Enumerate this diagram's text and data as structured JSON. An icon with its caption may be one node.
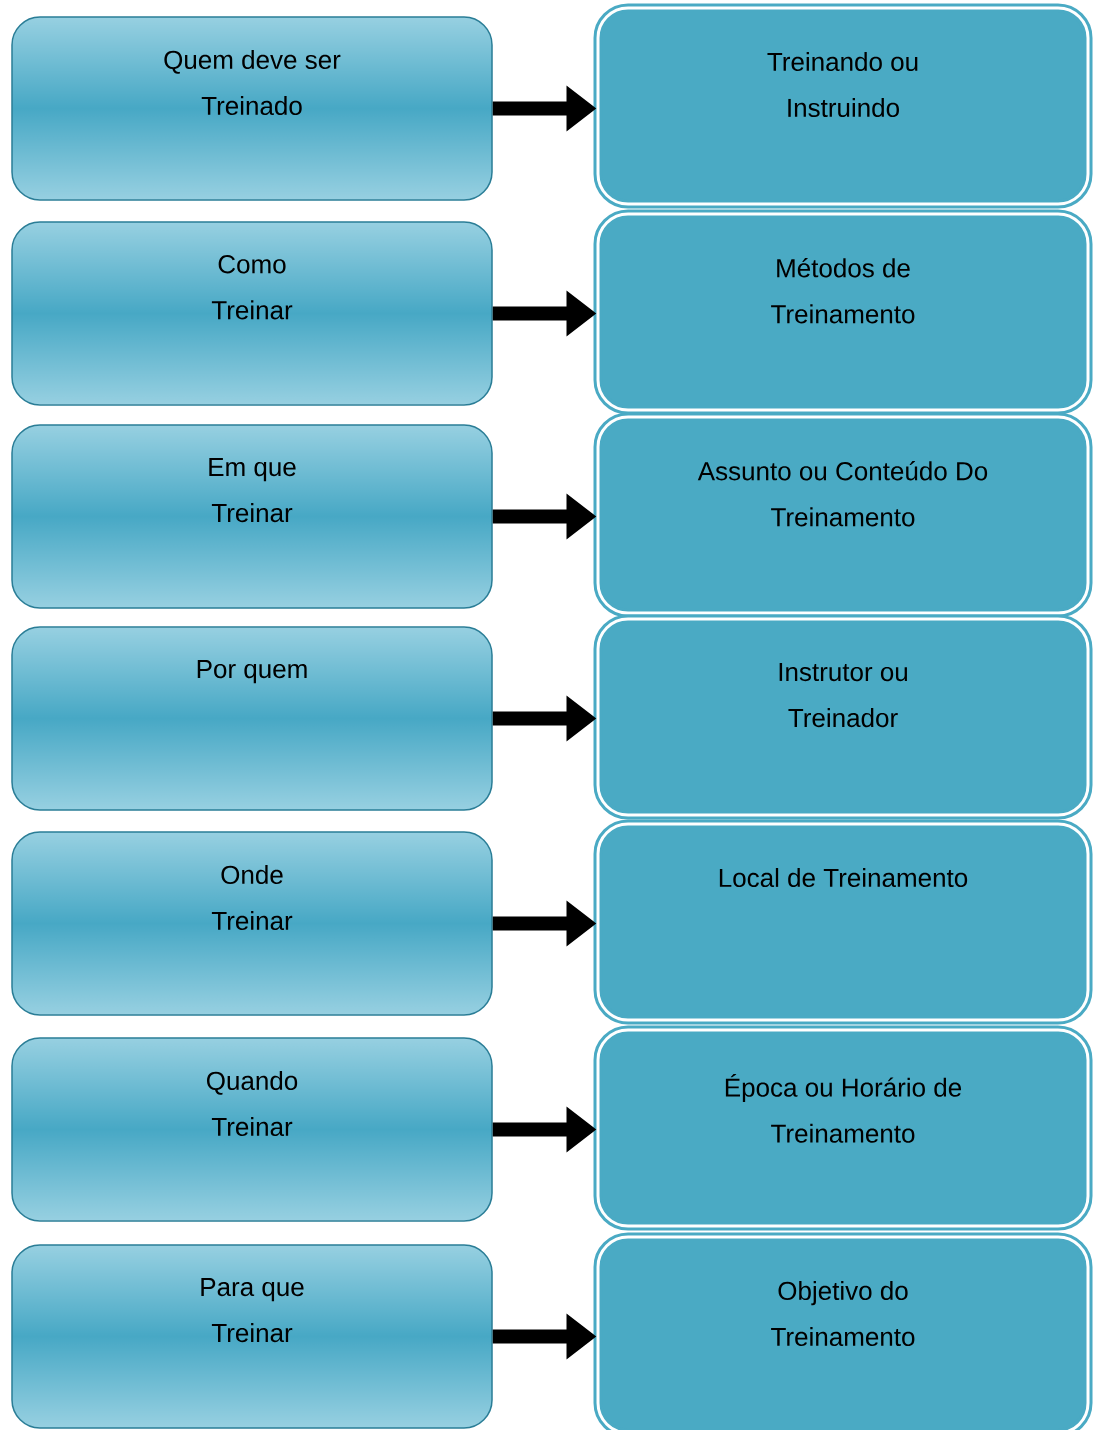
{
  "diagram": {
    "nodes": [
      {
        "text": [
          "Quem deve ser Treinado"
        ]
      },
      {
        "text": [
          "Treinando ou Instruindo"
        ]
      },
      {
        "text": [
          "Como Treinar"
        ]
      },
      {
        "text": [
          "Métodos de Treinamento"
        ]
      },
      {
        "text": [
          "Em que Treinar"
        ]
      },
      {
        "text": [
          "Assunto ou Conteúdo Do Treinamento"
        ]
      },
      {
        "text": [
          "Por quem"
        ]
      },
      {
        "text": [
          "Instrutor ou Treinador"
        ]
      },
      {
        "text": [
          "Onde Treinar"
        ]
      },
      {
        "text": [
          "Local de Treinamento"
        ]
      },
      {
        "text": [
          "Quando Treinar"
        ]
      },
      {
        "text": [
          "Época ou Horário de Treinamento"
        ]
      },
      {
        "text": [
          "Para que Treinar"
        ]
      },
      {
        "text": [
          "Objetivo do Treinamento"
        ]
      }
    ],
    "edges": [
      {
        "from": 0,
        "to": 1,
        "arrow": "to"
      },
      {
        "from": 2,
        "to": 3,
        "arrow": "to"
      },
      {
        "from": 4,
        "to": 5,
        "arrow": "to"
      },
      {
        "from": 6,
        "to": 7,
        "arrow": "to"
      },
      {
        "from": 8,
        "to": 9,
        "arrow": "to"
      },
      {
        "from": 10,
        "to": 11,
        "arrow": "to"
      },
      {
        "from": 12,
        "to": 13,
        "arrow": "to"
      }
    ]
  }
}
